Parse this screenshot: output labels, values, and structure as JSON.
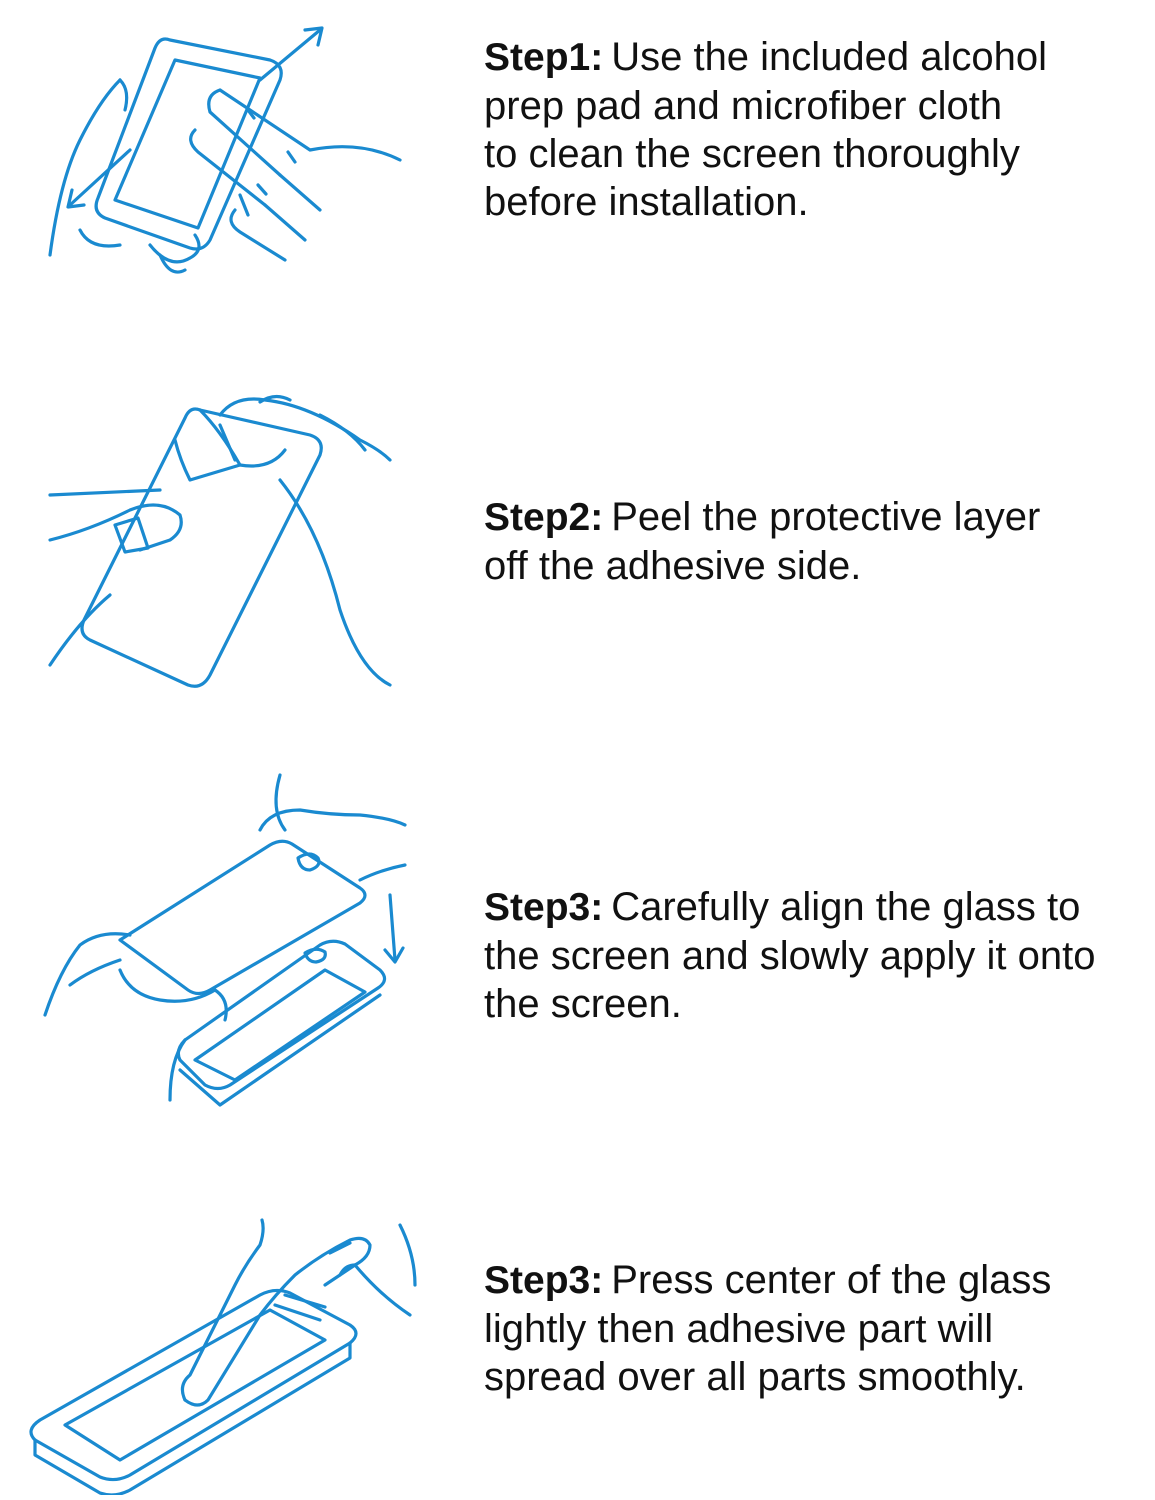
{
  "steps": [
    {
      "label": "Step1:",
      "lines": [
        "Use the included alcohol",
        "prep pad and microfiber cloth",
        "to clean the screen thoroughly",
        "before installation."
      ],
      "icon": "clean-screen-illustration"
    },
    {
      "label": "Step2:",
      "lines": [
        "Peel the protective layer",
        "off the adhesive side."
      ],
      "icon": "peel-layer-illustration"
    },
    {
      "label": "Step3:",
      "lines": [
        "Carefully align the glass to",
        "the screen and slowly apply it onto",
        "the screen."
      ],
      "icon": "align-glass-illustration"
    },
    {
      "label": "Step3:",
      "lines": [
        "Press center of the glass",
        "lightly then adhesive part will",
        "spread over all parts smoothly."
      ],
      "icon": "press-center-illustration"
    }
  ],
  "colors": {
    "illustration": "#1a8ad0",
    "text": "#111111"
  }
}
